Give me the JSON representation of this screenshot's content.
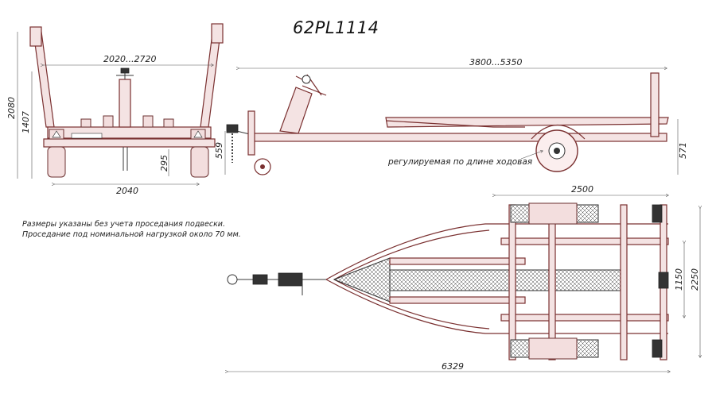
{
  "title": "62PL1114",
  "dimensions": {
    "rear_width": "2020...2720",
    "rear_height": "2080",
    "rear_height2": "1407",
    "rear_wheel_track": "2040",
    "rear_clearance": "295",
    "side_length": "3800...5350",
    "side_hitch_height": "559",
    "side_frame_height": "571",
    "top_width_overall": "2500",
    "top_length_overall": "6329",
    "top_width_total": "2250",
    "top_track": "1150"
  },
  "labels": {
    "adjustable_axle": "регулируемая по длине ходовая",
    "note_line1": "Размеры указаны без учета проседания подвески.",
    "note_line2": "Проседание под номинальной нагрузкой около 70 мм."
  },
  "colors": {
    "frame": "#7a3030",
    "frame_fill": "#f4e3e3",
    "line": "#3a3a3a"
  }
}
